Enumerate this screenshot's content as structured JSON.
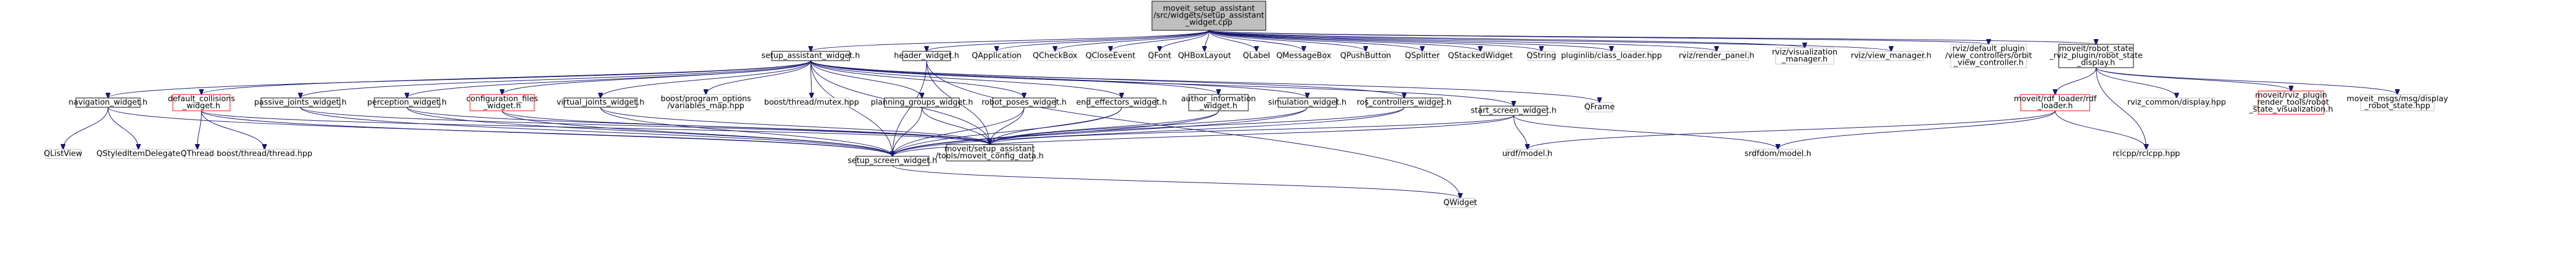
{
  "diagram": {
    "title": "",
    "colors": {
      "edge": "#191970",
      "root_fill": "#bfbfbf",
      "node_border": "#000000",
      "missing_border": "#ff0000",
      "external_border": "#bfbfbf"
    },
    "nodes": [
      {
        "id": "root",
        "lines": [
          "moveit_setup_assistant",
          "/src/widgets/setup_assistant",
          "_widget.cpp"
        ],
        "kind": "root",
        "interactable": true
      },
      {
        "id": "sa_widget",
        "lines": [
          "setup_assistant_widget.h"
        ],
        "kind": "normal",
        "interactable": true
      },
      {
        "id": "header_widget",
        "lines": [
          "header_widget.h"
        ],
        "kind": "normal",
        "interactable": true
      },
      {
        "id": "qapplication",
        "lines": [
          "QApplication"
        ],
        "kind": "external",
        "interactable": false
      },
      {
        "id": "qcheckbox",
        "lines": [
          "QCheckBox"
        ],
        "kind": "external",
        "interactable": false
      },
      {
        "id": "qcloseevent",
        "lines": [
          "QCloseEvent"
        ],
        "kind": "external",
        "interactable": false
      },
      {
        "id": "qfont",
        "lines": [
          "QFont"
        ],
        "kind": "external",
        "interactable": false
      },
      {
        "id": "qhboxlayout",
        "lines": [
          "QHBoxLayout"
        ],
        "kind": "external",
        "interactable": false
      },
      {
        "id": "qlabel",
        "lines": [
          "QLabel"
        ],
        "kind": "external",
        "interactable": false
      },
      {
        "id": "qmessagebox",
        "lines": [
          "QMessageBox"
        ],
        "kind": "external",
        "interactable": false
      },
      {
        "id": "qpushbutton",
        "lines": [
          "QPushButton"
        ],
        "kind": "external",
        "interactable": false
      },
      {
        "id": "qsplitter",
        "lines": [
          "QSplitter"
        ],
        "kind": "external",
        "interactable": false
      },
      {
        "id": "qstackedwidget",
        "lines": [
          "QStackedWidget"
        ],
        "kind": "external",
        "interactable": false
      },
      {
        "id": "qstring",
        "lines": [
          "QString"
        ],
        "kind": "external",
        "interactable": false
      },
      {
        "id": "pluginlib",
        "lines": [
          "pluginlib/class_loader.hpp"
        ],
        "kind": "external",
        "interactable": false
      },
      {
        "id": "rviz_render",
        "lines": [
          "rviz/render_panel.h"
        ],
        "kind": "external",
        "interactable": false
      },
      {
        "id": "rviz_vis",
        "lines": [
          "rviz/visualization",
          "_manager.h"
        ],
        "kind": "external",
        "interactable": false
      },
      {
        "id": "rviz_view",
        "lines": [
          "rviz/view_manager.h"
        ],
        "kind": "external",
        "interactable": false
      },
      {
        "id": "rviz_orbit",
        "lines": [
          "rviz/default_plugin",
          "/view_controllers/orbit",
          "_view_controller.h"
        ],
        "kind": "external",
        "interactable": false
      },
      {
        "id": "robot_state_display",
        "lines": [
          "moveit/robot_state",
          "_rviz_plugin/robot_state",
          "_display.h"
        ],
        "kind": "normal",
        "interactable": true
      },
      {
        "id": "navigation_widget",
        "lines": [
          "navigation_widget.h"
        ],
        "kind": "normal",
        "interactable": true
      },
      {
        "id": "default_collisions",
        "lines": [
          "default_collisions",
          "_widget.h"
        ],
        "kind": "missing",
        "interactable": true
      },
      {
        "id": "passive_joints",
        "lines": [
          "passive_joints_widget.h"
        ],
        "kind": "normal",
        "interactable": true
      },
      {
        "id": "perception",
        "lines": [
          "perception_widget.h"
        ],
        "kind": "normal",
        "interactable": true
      },
      {
        "id": "configuration_files",
        "lines": [
          "configuration_files",
          "_widget.h"
        ],
        "kind": "missing",
        "interactable": true
      },
      {
        "id": "virtual_joints",
        "lines": [
          "virtual_joints_widget.h"
        ],
        "kind": "normal",
        "interactable": true
      },
      {
        "id": "boost_po",
        "lines": [
          "boost/program_options",
          "/variables_map.hpp"
        ],
        "kind": "external",
        "interactable": false
      },
      {
        "id": "boost_mutex",
        "lines": [
          "boost/thread/mutex.hpp"
        ],
        "kind": "external",
        "interactable": false
      },
      {
        "id": "planning_groups",
        "lines": [
          "planning_groups_widget.h"
        ],
        "kind": "normal",
        "interactable": true
      },
      {
        "id": "robot_poses",
        "lines": [
          "robot_poses_widget.h"
        ],
        "kind": "normal",
        "interactable": true
      },
      {
        "id": "end_effectors",
        "lines": [
          "end_effectors_widget.h"
        ],
        "kind": "normal",
        "interactable": true
      },
      {
        "id": "author_information",
        "lines": [
          "author_information",
          "_widget.h"
        ],
        "kind": "normal",
        "interactable": true
      },
      {
        "id": "simulation",
        "lines": [
          "simulation_widget.h"
        ],
        "kind": "normal",
        "interactable": true
      },
      {
        "id": "ros_controllers",
        "lines": [
          "ros_controllers_widget.h"
        ],
        "kind": "normal",
        "interactable": true
      },
      {
        "id": "start_screen",
        "lines": [
          "start_screen_widget.h"
        ],
        "kind": "normal",
        "interactable": true
      },
      {
        "id": "qframe",
        "lines": [
          "QFrame"
        ],
        "kind": "external",
        "interactable": false
      },
      {
        "id": "rdf_loader",
        "lines": [
          "moveit/rdf_loader/rdf",
          "_loader.h"
        ],
        "kind": "missing",
        "interactable": true
      },
      {
        "id": "rviz_common_display",
        "lines": [
          "rviz_common/display.hpp"
        ],
        "kind": "external",
        "interactable": false
      },
      {
        "id": "rviz_render_tools",
        "lines": [
          "moveit/rviz_plugin",
          "_render_tools/robot",
          "_state_visualization.h"
        ],
        "kind": "missing",
        "interactable": true
      },
      {
        "id": "display_robot_state",
        "lines": [
          "moveit_msgs/msg/display",
          "_robot_state.hpp"
        ],
        "kind": "external",
        "interactable": false
      },
      {
        "id": "qlistview",
        "lines": [
          "QListView"
        ],
        "kind": "external",
        "interactable": false
      },
      {
        "id": "qstyleditemdelegate",
        "lines": [
          "QStyledItemDelegate"
        ],
        "kind": "external",
        "interactable": false
      },
      {
        "id": "qthread",
        "lines": [
          "QThread"
        ],
        "kind": "external",
        "interactable": false
      },
      {
        "id": "boost_thread",
        "lines": [
          "boost/thread/thread.hpp"
        ],
        "kind": "external",
        "interactable": false
      },
      {
        "id": "setup_screen",
        "lines": [
          "setup_screen_widget.h"
        ],
        "kind": "normal",
        "interactable": true
      },
      {
        "id": "moveit_config_data",
        "lines": [
          "moveit/setup_assistant",
          "/tools/moveit_config_data.h"
        ],
        "kind": "normal",
        "interactable": true
      },
      {
        "id": "urdf_model",
        "lines": [
          "urdf/model.h"
        ],
        "kind": "external",
        "interactable": false
      },
      {
        "id": "srdfdom_model",
        "lines": [
          "srdfdom/model.h"
        ],
        "kind": "external",
        "interactable": false
      },
      {
        "id": "rclcpp",
        "lines": [
          "rclcpp/rclcpp.hpp"
        ],
        "kind": "external",
        "interactable": false
      },
      {
        "id": "qwidget",
        "lines": [
          "QWidget"
        ],
        "kind": "external",
        "interactable": false
      }
    ],
    "edges": [
      [
        "root",
        "sa_widget"
      ],
      [
        "root",
        "header_widget"
      ],
      [
        "root",
        "qapplication"
      ],
      [
        "root",
        "qcheckbox"
      ],
      [
        "root",
        "qcloseevent"
      ],
      [
        "root",
        "qfont"
      ],
      [
        "root",
        "qhboxlayout"
      ],
      [
        "root",
        "qlabel"
      ],
      [
        "root",
        "qmessagebox"
      ],
      [
        "root",
        "qpushbutton"
      ],
      [
        "root",
        "qsplitter"
      ],
      [
        "root",
        "qstackedwidget"
      ],
      [
        "root",
        "qstring"
      ],
      [
        "root",
        "pluginlib"
      ],
      [
        "root",
        "rviz_render"
      ],
      [
        "root",
        "rviz_vis"
      ],
      [
        "root",
        "rviz_view"
      ],
      [
        "root",
        "rviz_orbit"
      ],
      [
        "root",
        "robot_state_display"
      ],
      [
        "sa_widget",
        "navigation_widget"
      ],
      [
        "sa_widget",
        "default_collisions"
      ],
      [
        "sa_widget",
        "passive_joints"
      ],
      [
        "sa_widget",
        "perception"
      ],
      [
        "sa_widget",
        "configuration_files"
      ],
      [
        "sa_widget",
        "virtual_joints"
      ],
      [
        "sa_widget",
        "boost_po"
      ],
      [
        "sa_widget",
        "boost_mutex"
      ],
      [
        "sa_widget",
        "planning_groups"
      ],
      [
        "sa_widget",
        "robot_poses"
      ],
      [
        "sa_widget",
        "end_effectors"
      ],
      [
        "sa_widget",
        "author_information"
      ],
      [
        "sa_widget",
        "simulation"
      ],
      [
        "sa_widget",
        "ros_controllers"
      ],
      [
        "sa_widget",
        "start_screen"
      ],
      [
        "sa_widget",
        "qframe"
      ],
      [
        "sa_widget",
        "setup_screen"
      ],
      [
        "sa_widget",
        "moveit_config_data"
      ],
      [
        "header_widget",
        "setup_screen"
      ],
      [
        "header_widget",
        "moveit_config_data"
      ],
      [
        "header_widget",
        "qwidget"
      ],
      [
        "navigation_widget",
        "qlistview"
      ],
      [
        "navigation_widget",
        "qstyleditemdelegate"
      ],
      [
        "navigation_widget",
        "setup_screen"
      ],
      [
        "default_collisions",
        "qthread"
      ],
      [
        "default_collisions",
        "boost_thread"
      ],
      [
        "default_collisions",
        "setup_screen"
      ],
      [
        "default_collisions",
        "moveit_config_data"
      ],
      [
        "passive_joints",
        "setup_screen"
      ],
      [
        "passive_joints",
        "moveit_config_data"
      ],
      [
        "perception",
        "setup_screen"
      ],
      [
        "perception",
        "moveit_config_data"
      ],
      [
        "configuration_files",
        "setup_screen"
      ],
      [
        "configuration_files",
        "moveit_config_data"
      ],
      [
        "virtual_joints",
        "setup_screen"
      ],
      [
        "virtual_joints",
        "moveit_config_data"
      ],
      [
        "planning_groups",
        "setup_screen"
      ],
      [
        "planning_groups",
        "moveit_config_data"
      ],
      [
        "robot_poses",
        "setup_screen"
      ],
      [
        "robot_poses",
        "moveit_config_data"
      ],
      [
        "end_effectors",
        "setup_screen"
      ],
      [
        "end_effectors",
        "moveit_config_data"
      ],
      [
        "author_information",
        "setup_screen"
      ],
      [
        "author_information",
        "moveit_config_data"
      ],
      [
        "simulation",
        "setup_screen"
      ],
      [
        "simulation",
        "moveit_config_data"
      ],
      [
        "ros_controllers",
        "setup_screen"
      ],
      [
        "ros_controllers",
        "moveit_config_data"
      ],
      [
        "start_screen",
        "setup_screen"
      ],
      [
        "start_screen",
        "moveit_config_data"
      ],
      [
        "start_screen",
        "urdf_model"
      ],
      [
        "start_screen",
        "srdfdom_model"
      ],
      [
        "robot_state_display",
        "rdf_loader"
      ],
      [
        "robot_state_display",
        "rviz_common_display"
      ],
      [
        "robot_state_display",
        "rviz_render_tools"
      ],
      [
        "robot_state_display",
        "display_robot_state"
      ],
      [
        "robot_state_display",
        "rclcpp"
      ],
      [
        "rdf_loader",
        "urdf_model"
      ],
      [
        "rdf_loader",
        "srdfdom_model"
      ],
      [
        "rdf_loader",
        "rclcpp"
      ],
      [
        "setup_screen",
        "qwidget"
      ]
    ]
  }
}
